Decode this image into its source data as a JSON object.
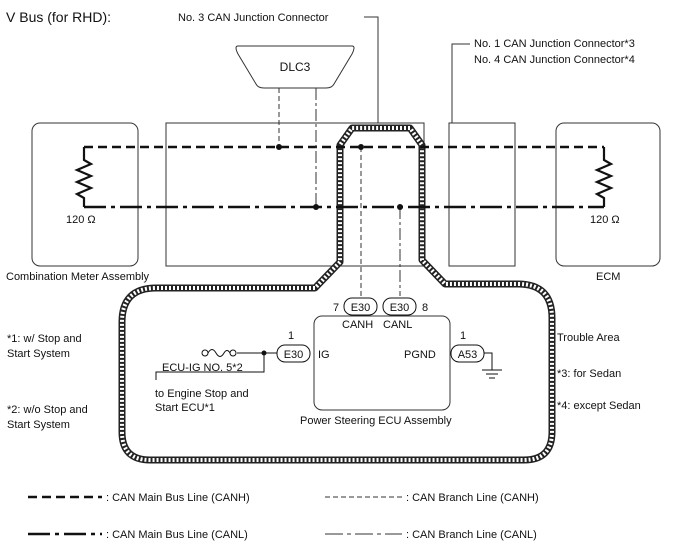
{
  "title": "V Bus (for RHD):",
  "components": {
    "dlc3": "DLC3",
    "no3_connector": "No. 3 CAN Junction Connector",
    "no1_connector": "No. 1 CAN Junction Connector*3",
    "no4_connector": "No. 4 CAN Junction Connector*4",
    "combination_meter": "Combination Meter Assembly",
    "ecm": "ECM",
    "power_steering_ecu": "Power Steering ECU Assembly"
  },
  "resistors": {
    "left": "120 Ω",
    "right": "120 Ω"
  },
  "terminals": {
    "pin7": "7",
    "pin8": "8",
    "e30": "E30",
    "canh": "CANH",
    "canl": "CANL",
    "ig_pin": "1",
    "ig": "IG",
    "pgnd_pin": "1",
    "pgnd": "PGND",
    "a53": "A53"
  },
  "fuse": {
    "label": "ECU-IG NO. 5*2",
    "to_line1": "to Engine Stop and",
    "to_line2": "Start ECU*1"
  },
  "notes": {
    "n1_line1": "*1: w/ Stop and",
    "n1_line2": "Start System",
    "n2_line1": "*2: w/o Stop and",
    "n2_line2": "Start System",
    "trouble": "Trouble Area",
    "n3": "*3: for Sedan",
    "n4": "*4: except Sedan"
  },
  "legend": {
    "main_canh": ": CAN Main Bus Line (CANH)",
    "main_canl": ": CAN Main Bus Line (CANL)",
    "branch_canh": ": CAN Branch Line (CANH)",
    "branch_canl": ": CAN Branch Line (CANL)"
  }
}
